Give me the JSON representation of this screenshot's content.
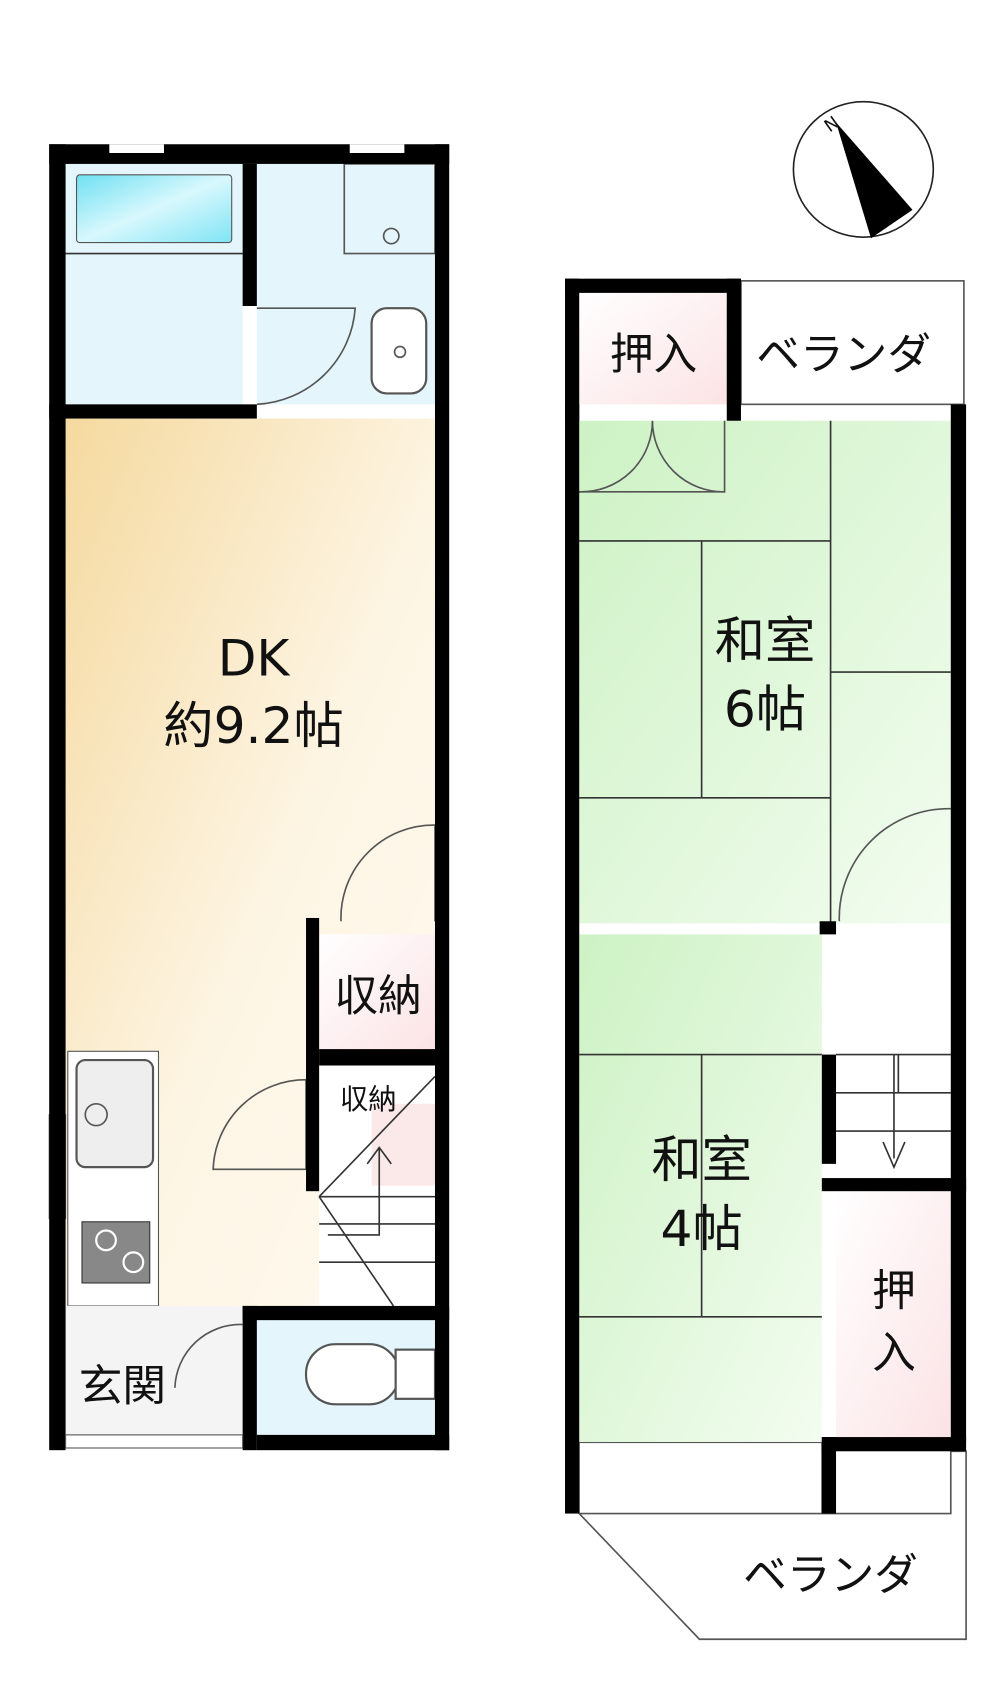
{
  "compass": {
    "north_label": "N"
  },
  "floor1": {
    "dk": {
      "name": "DK",
      "size": "約9.2帖"
    },
    "storage_upper": "収納",
    "storage_lower": "収納",
    "entrance": "玄関"
  },
  "floor2": {
    "closet_top": "押入",
    "veranda_top": "ベランダ",
    "washitsu6": {
      "name": "和室",
      "size": "6帖"
    },
    "washitsu4": {
      "name": "和室",
      "size": "4帖"
    },
    "closet_right_1": "押",
    "closet_right_2": "入",
    "veranda_bottom": "ベランダ"
  },
  "colors": {
    "dk": "#f6dca6",
    "washitsu": "#d6f5cf",
    "wet": "#dff4fa",
    "closet": "#fbe9ea",
    "wall": "#000000"
  }
}
